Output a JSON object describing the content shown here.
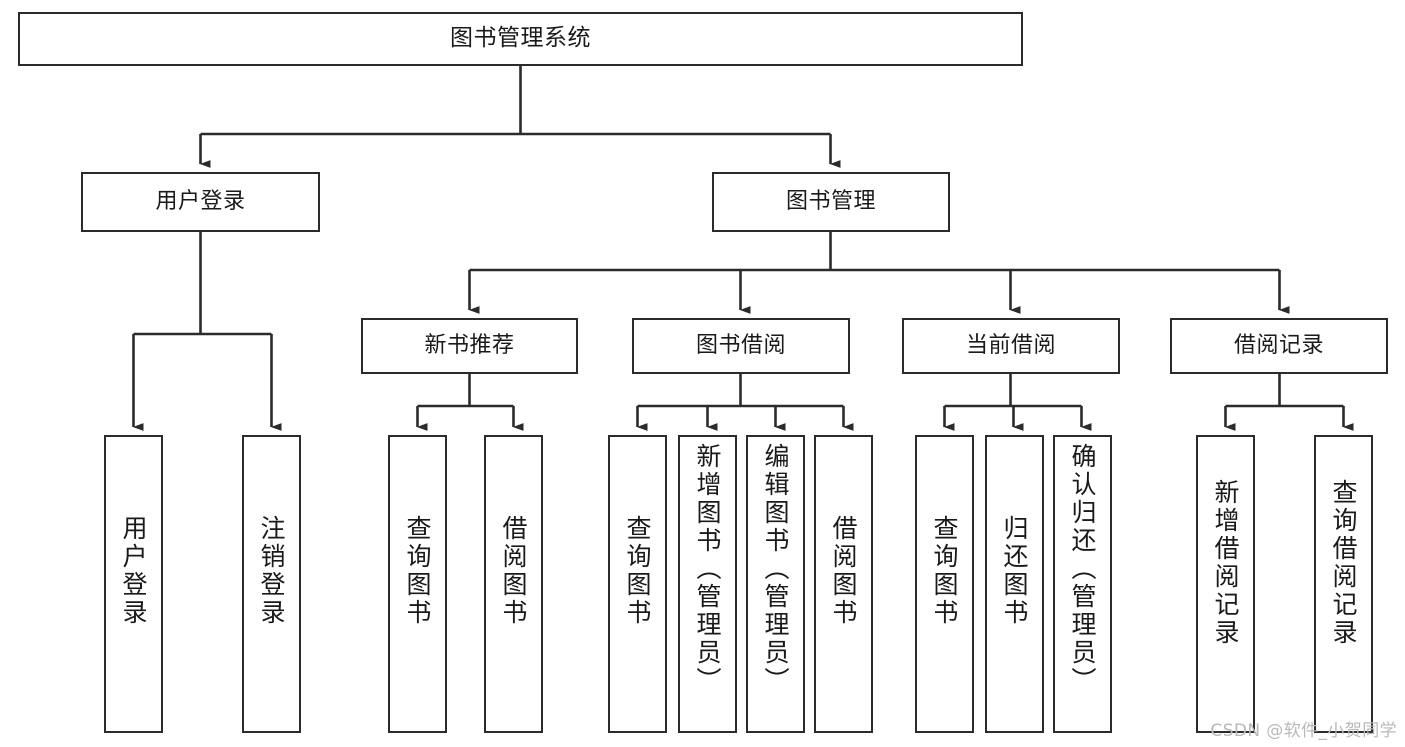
{
  "diagram": {
    "type": "tree",
    "title": "图书管理系统",
    "colors": {
      "stroke": "#2b2b2b",
      "box_fill": "#ffffff",
      "text": "#1a1a1a",
      "background": "#ffffff",
      "watermark": "#b9b9b9"
    },
    "nodes": {
      "root": {
        "label": "图书管理系统"
      },
      "level2": [
        {
          "id": "user-login",
          "label": "用户登录"
        },
        {
          "id": "book-manage",
          "label": "图书管理"
        }
      ],
      "level3": [
        {
          "id": "new-book-recommend",
          "label": "新书推荐"
        },
        {
          "id": "book-borrow",
          "label": "图书借阅"
        },
        {
          "id": "current-borrow",
          "label": "当前借阅"
        },
        {
          "id": "borrow-record",
          "label": "借阅记录"
        }
      ],
      "leaves": {
        "user_login": [
          {
            "id": "leaf-user-login",
            "label": "用户登录"
          },
          {
            "id": "leaf-user-logout",
            "label": "注销登录"
          }
        ],
        "new_book_recommend": [
          {
            "id": "leaf-query-book-1",
            "label": "查询图书"
          },
          {
            "id": "leaf-borrow-book-1",
            "label": "借阅图书"
          }
        ],
        "book_borrow": [
          {
            "id": "leaf-query-book-2",
            "label": "查询图书"
          },
          {
            "id": "leaf-add-book-admin",
            "label": "新增图书（管理员）"
          },
          {
            "id": "leaf-edit-book-admin",
            "label": "编辑图书（管理员）"
          },
          {
            "id": "leaf-borrow-book-2",
            "label": "借阅图书"
          }
        ],
        "current_borrow": [
          {
            "id": "leaf-query-book-3",
            "label": "查询图书"
          },
          {
            "id": "leaf-return-book",
            "label": "归还图书"
          },
          {
            "id": "leaf-confirm-return-admin",
            "label": "确认归还（管理员）"
          }
        ],
        "borrow_record": [
          {
            "id": "leaf-add-borrow-record",
            "label": "新增借阅记录"
          },
          {
            "id": "leaf-query-borrow-record",
            "label": "查询借阅记录"
          }
        ]
      }
    }
  },
  "watermark": {
    "text": "CSDN @软件_小贺同学"
  }
}
